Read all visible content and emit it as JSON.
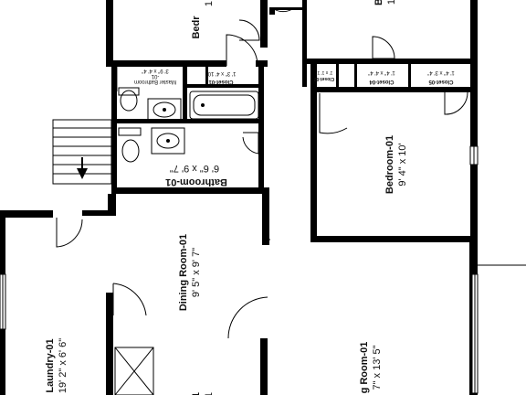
{
  "rooms": {
    "bedroom_top_left": {
      "name": "Bedr",
      "dim": "1"
    },
    "bedroom_top_right": {
      "name": "B",
      "dim": "1"
    },
    "bedroom_01": {
      "name": "Bedroom-01",
      "dim": "9' 4\" x 10'"
    },
    "dining_room_01": {
      "name": "Dining Room-01",
      "dim": "9' 5\" x 9' 7\""
    },
    "bathroom_01": {
      "name": "Bathroom-01",
      "dim": "6' 6\" x 9' 7\""
    },
    "master_bathroom_01": {
      "name": "Master Bathroom",
      "name2": "-01",
      "dim": "3' 9\" x 4' 4\""
    },
    "laundry_01": {
      "name": "Laundry-01",
      "dim": "19' 2\" x 6' 6\""
    },
    "living_room_01": {
      "name": "g Room-01",
      "dim": "7\" x 13' 5\""
    },
    "partial_room": {
      "name": "1",
      "dim": "1"
    }
  },
  "closets": [
    {
      "name": "Closet-01",
      "dim": "1' 3\" x 4' 10\""
    },
    {
      "name": "Closet-02",
      "dim": "1' x 1' 1\""
    },
    {
      "name": "Closet-04",
      "dim": "1' 4\" x 4' 4\""
    },
    {
      "name": "Closet-05",
      "dim": "1' 4\" x 3' 4\""
    }
  ]
}
